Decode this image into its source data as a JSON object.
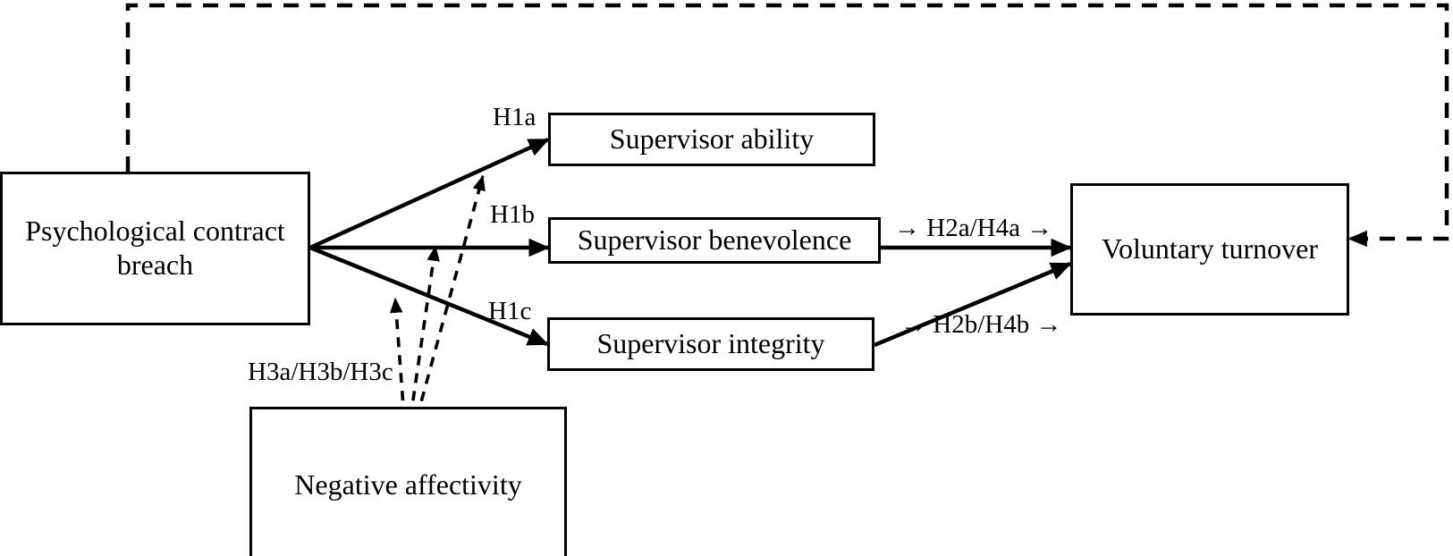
{
  "diagram": {
    "title": "Psychological contract breach research model",
    "background_color": "#ffffff",
    "line_color": "#000000",
    "nodes": [
      {
        "id": "breach",
        "label": "Psychological contract\nbreach"
      },
      {
        "id": "ability",
        "label": "Supervisor ability"
      },
      {
        "id": "benevolence",
        "label": "Supervisor benevolence"
      },
      {
        "id": "integrity",
        "label": "Supervisor integrity"
      },
      {
        "id": "turnover",
        "label": "Voluntary turnover"
      },
      {
        "id": "affectivity",
        "label": "Negative affectivity"
      }
    ],
    "edge_labels": {
      "h1a": "H1a",
      "h1b": "H1b",
      "h1c": "H1c",
      "h2a_h4a": "→ H2a/H4a →",
      "h2b_h4b": "→ H2b/H4b →",
      "h3_moderators": "H3a/H3b/H3c"
    },
    "edges": [
      {
        "from": "breach",
        "to": "ability",
        "style": "solid",
        "label": "H1a"
      },
      {
        "from": "breach",
        "to": "benevolence",
        "style": "solid",
        "label": "H1b"
      },
      {
        "from": "breach",
        "to": "integrity",
        "style": "solid",
        "label": "H1c"
      },
      {
        "from": "benevolence",
        "to": "turnover",
        "style": "solid",
        "label": "→ H2a/H4a →"
      },
      {
        "from": "integrity",
        "to": "turnover",
        "style": "solid",
        "label": "→ H2b/H4b →"
      },
      {
        "from": "breach",
        "to": "turnover",
        "style": "dashed",
        "label": "",
        "routing": "top-perimeter"
      },
      {
        "from": "affectivity",
        "to": "breach-ability-path",
        "style": "dashed",
        "label": "H3a/H3b/H3c"
      },
      {
        "from": "affectivity",
        "to": "breach-benevolence-path",
        "style": "dashed",
        "label": "H3a/H3b/H3c"
      },
      {
        "from": "affectivity",
        "to": "breach-integrity-path",
        "style": "dashed",
        "label": "H3a/H3b/H3c"
      }
    ]
  }
}
